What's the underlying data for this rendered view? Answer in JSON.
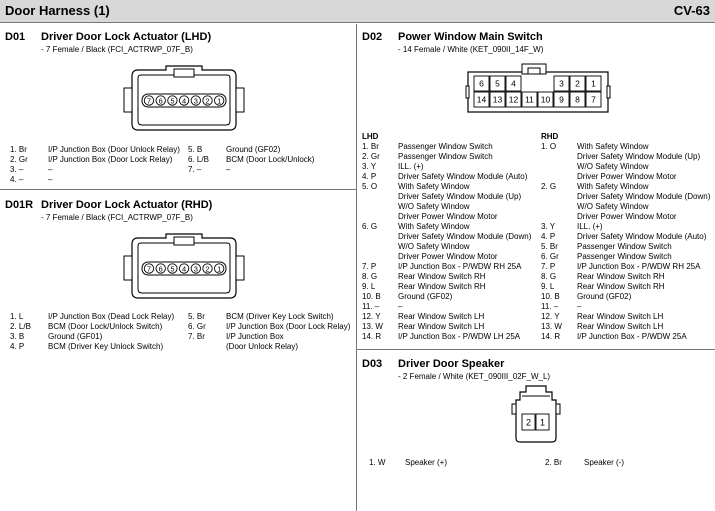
{
  "header": {
    "title": "Door Harness (1)",
    "code": "CV-63"
  },
  "d01": {
    "code": "D01",
    "title": "Driver Door Lock Actuator (LHD)",
    "subtitle": "- 7 Female / Black (FCI_ACTRWP_07F_B)",
    "pins_left": [
      {
        "num": "1. Br",
        "desc": "I/P Junction Box (Door Unlock Relay)"
      },
      {
        "num": "2. Gr",
        "desc": "I/P Junction Box (Door Lock Relay)"
      },
      {
        "num": "3. –",
        "desc": "–"
      },
      {
        "num": "4. –",
        "desc": "–"
      }
    ],
    "pins_right": [
      {
        "num": "5. B",
        "desc": "Ground (GF02)"
      },
      {
        "num": "6. L/B",
        "desc": "BCM (Door Lock/Unlock)"
      },
      {
        "num": "7. –",
        "desc": "–"
      }
    ],
    "connector_pins": [
      "7",
      "6",
      "5",
      "4",
      "3",
      "2",
      "1"
    ]
  },
  "d01r": {
    "code": "D01R",
    "title": "Driver Door Lock Actuator (RHD)",
    "subtitle": "- 7 Female / Black (FCI_ACTRWP_07F_B)",
    "pins_left": [
      {
        "num": "1. L",
        "desc": "I/P Junction Box (Dead Lock Relay)"
      },
      {
        "num": "2. L/B",
        "desc": "BCM (Door Lock/Unlock Switch)"
      },
      {
        "num": "3. B",
        "desc": "Ground (GF01)"
      },
      {
        "num": "4. P",
        "desc": "BCM (Driver Key Unlock Switch)"
      }
    ],
    "pins_right": [
      {
        "num": "5. Br",
        "desc": "BCM (Driver Key Lock Switch)"
      },
      {
        "num": "6. Gr",
        "desc": "I/P Junction Box (Door Lock Relay)"
      },
      {
        "num": "7. Br",
        "desc": "I/P Junction Box"
      },
      {
        "num": "",
        "desc": "(Door Unlock Relay)"
      }
    ],
    "connector_pins": [
      "7",
      "6",
      "5",
      "4",
      "3",
      "2",
      "1"
    ]
  },
  "d02": {
    "code": "D02",
    "title": "Power Window Main Switch",
    "subtitle": "- 14 Female / White (KET_090II_14F_W)",
    "top_row": [
      "6",
      "5",
      "4",
      "",
      "3",
      "2",
      "1"
    ],
    "bottom_row": [
      "14",
      "13",
      "12",
      "11",
      "10",
      "9",
      "8",
      "7"
    ],
    "lhd_label": "LHD",
    "rhd_label": "RHD",
    "lhd": [
      {
        "num": "1. Br",
        "desc": "Passenger Window Switch"
      },
      {
        "num": "2. Gr",
        "desc": "Passenger Window Switch"
      },
      {
        "num": "3. Y",
        "desc": "ILL. (+)"
      },
      {
        "num": "4. P",
        "desc": "Driver Safety Window Module (Auto)"
      },
      {
        "num": "5. O",
        "desc": "With Safety Window"
      },
      {
        "num": "",
        "desc": "Driver Safety Window Module (Up)"
      },
      {
        "num": "",
        "desc": "W/O Safety Window"
      },
      {
        "num": "",
        "desc": "Driver  Power Window Motor"
      },
      {
        "num": "6. G",
        "desc": "With Safety Window"
      },
      {
        "num": "",
        "desc": "Driver Safety Window Module (Down)"
      },
      {
        "num": "",
        "desc": "W/O Safety Window"
      },
      {
        "num": "",
        "desc": "Driver  Power Window Motor"
      },
      {
        "num": "7. P",
        "desc": "I/P Junction Box - P/WDW RH 25A"
      },
      {
        "num": "8. G",
        "desc": "Rear Window Switch RH"
      },
      {
        "num": "9. L",
        "desc": "Rear Window Switch RH"
      },
      {
        "num": "10. B",
        "desc": "Ground (GF02)"
      },
      {
        "num": "11. –",
        "desc": "–"
      },
      {
        "num": "12. Y",
        "desc": "Rear Window Switch LH"
      },
      {
        "num": "13. W",
        "desc": "Rear Window Switch LH"
      },
      {
        "num": "14. R",
        "desc": "I/P Junction Box - P/WDW  LH 25A"
      }
    ],
    "rhd": [
      {
        "num": "1. O",
        "desc": "With Safety Window"
      },
      {
        "num": "",
        "desc": "Driver Safety Window Module (Up)"
      },
      {
        "num": "",
        "desc": "W/O Safety Window"
      },
      {
        "num": "",
        "desc": "Driver  Power Window Motor"
      },
      {
        "num": "2. G",
        "desc": "With Safety Window"
      },
      {
        "num": "",
        "desc": "Driver Safety Window Module (Down)"
      },
      {
        "num": "",
        "desc": "W/O Safety Window"
      },
      {
        "num": "",
        "desc": "Driver  Power Window Motor"
      },
      {
        "num": "3. Y",
        "desc": "ILL. (+)"
      },
      {
        "num": "4. P",
        "desc": "Driver Safety Window Module (Auto)"
      },
      {
        "num": "5. Br",
        "desc": "Passenger Window Switch"
      },
      {
        "num": "6. Gr",
        "desc": "Passenger Window Switch"
      },
      {
        "num": "7. P",
        "desc": "I/P Junction Box - P/WDW RH 25A"
      },
      {
        "num": "8. G",
        "desc": "Rear Window Switch RH"
      },
      {
        "num": "9. L",
        "desc": "Rear Window Switch RH"
      },
      {
        "num": "10. B",
        "desc": "Ground (GF02)"
      },
      {
        "num": "11. –",
        "desc": "–"
      },
      {
        "num": "12. Y",
        "desc": "Rear Window Switch LH"
      },
      {
        "num": "13. W",
        "desc": "Rear Window Switch LH"
      },
      {
        "num": "14. R",
        "desc": "I/P Junction Box - P/WDW  25A"
      }
    ]
  },
  "d03": {
    "code": "D03",
    "title": "Driver Door Speaker",
    "subtitle": "- 2 Female / White (KET_090III_02F_W_L)",
    "connector_pins": [
      "2",
      "1"
    ],
    "pins": [
      {
        "num": "1. W",
        "desc": "Speaker (+)"
      },
      {
        "num": "2. Br",
        "desc": "Speaker (-)"
      }
    ]
  }
}
